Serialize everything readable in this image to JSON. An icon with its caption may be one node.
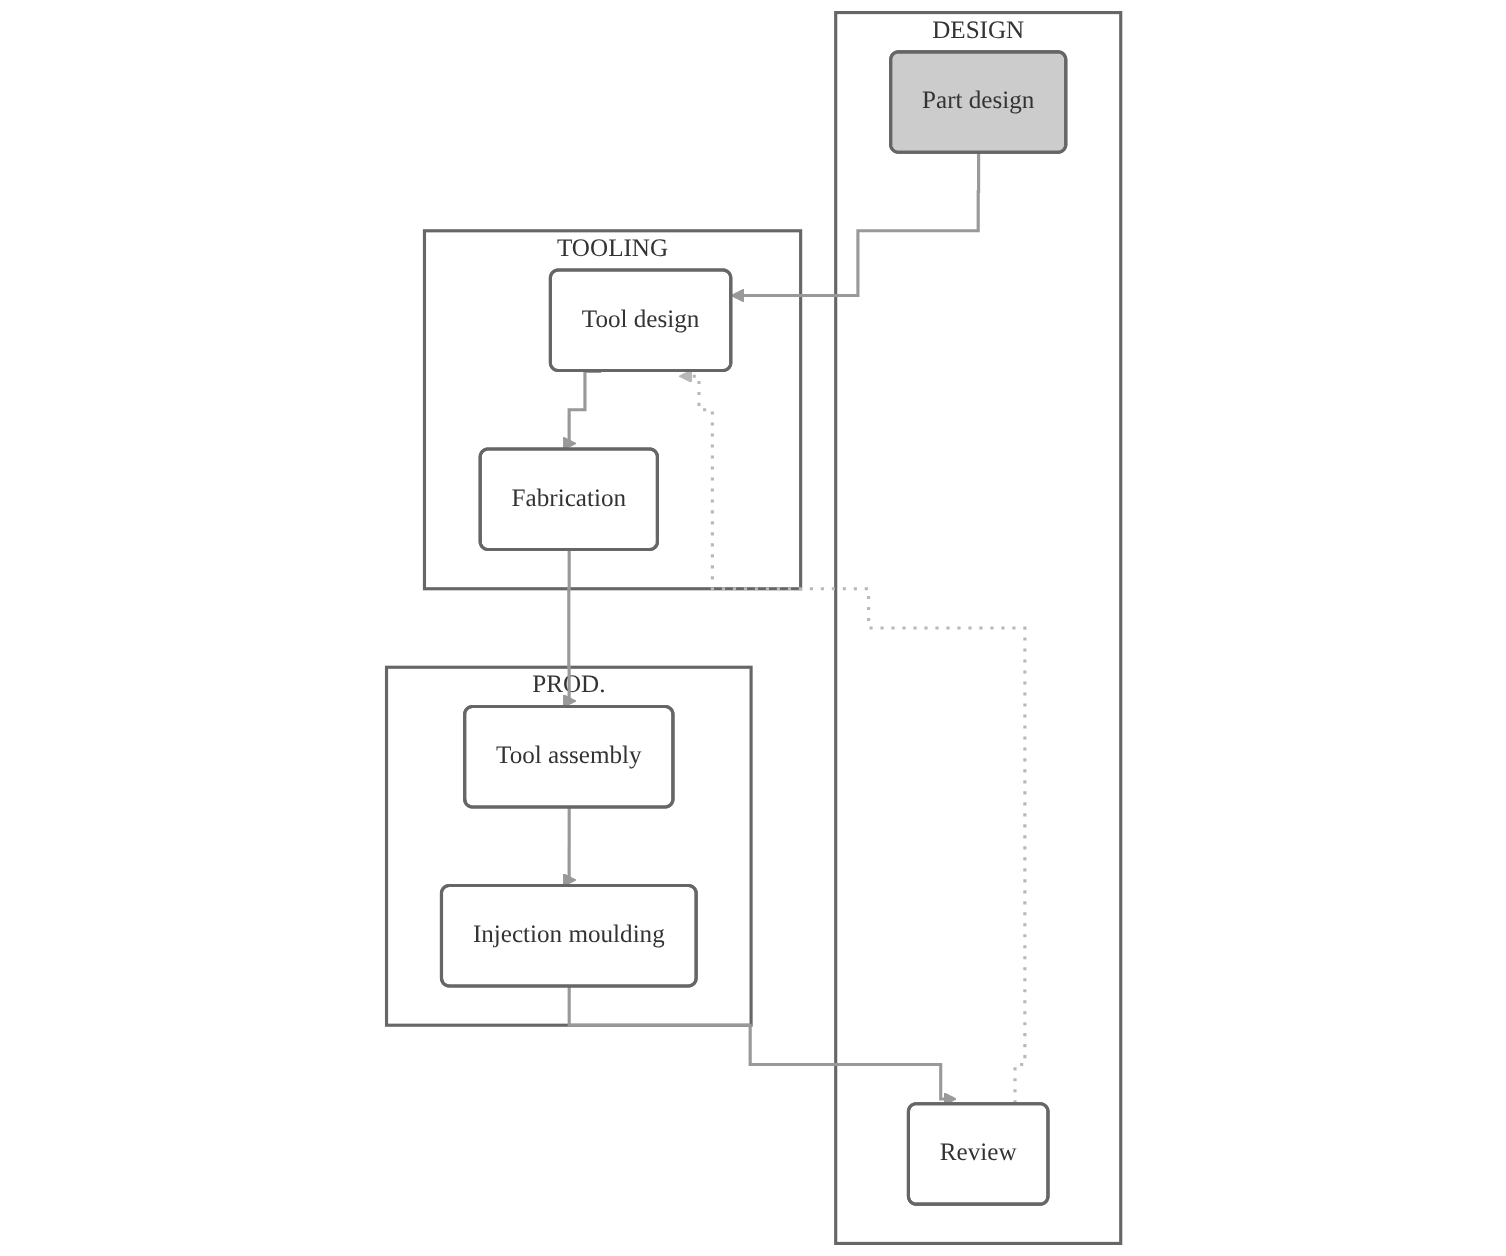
{
  "diagram": {
    "nodes": [
      {
        "text": [
          "DESIGN"
        ]
      },
      {
        "text": [
          "Part design"
        ],
        "in": 0
      },
      {
        "text": [
          "Review"
        ],
        "in": 0
      },
      {
        "text": [
          "TOOLING"
        ]
      },
      {
        "text": [
          "Tool design"
        ],
        "in": 3
      },
      {
        "text": [
          "Fabrication"
        ],
        "in": 3
      },
      {
        "text": [
          "PROD."
        ]
      },
      {
        "text": [
          "Tool assembly"
        ],
        "in": 6
      },
      {
        "text": [
          "Injection moulding"
        ],
        "in": 6
      }
    ],
    "edges": [
      {
        "from": 1,
        "to": 4,
        "arrow": "to"
      },
      {
        "from": 2,
        "to": 4,
        "arrow": "to",
        "style": "dashed",
        "color": "#b8b8b8"
      },
      {
        "from": 4,
        "to": 5,
        "arrow": "to"
      },
      {
        "from": 5,
        "to": 7,
        "arrow": "to"
      },
      {
        "from": 7,
        "to": 8,
        "arrow": "to"
      },
      {
        "from": 8,
        "to": 2,
        "arrow": "to"
      }
    ]
  }
}
